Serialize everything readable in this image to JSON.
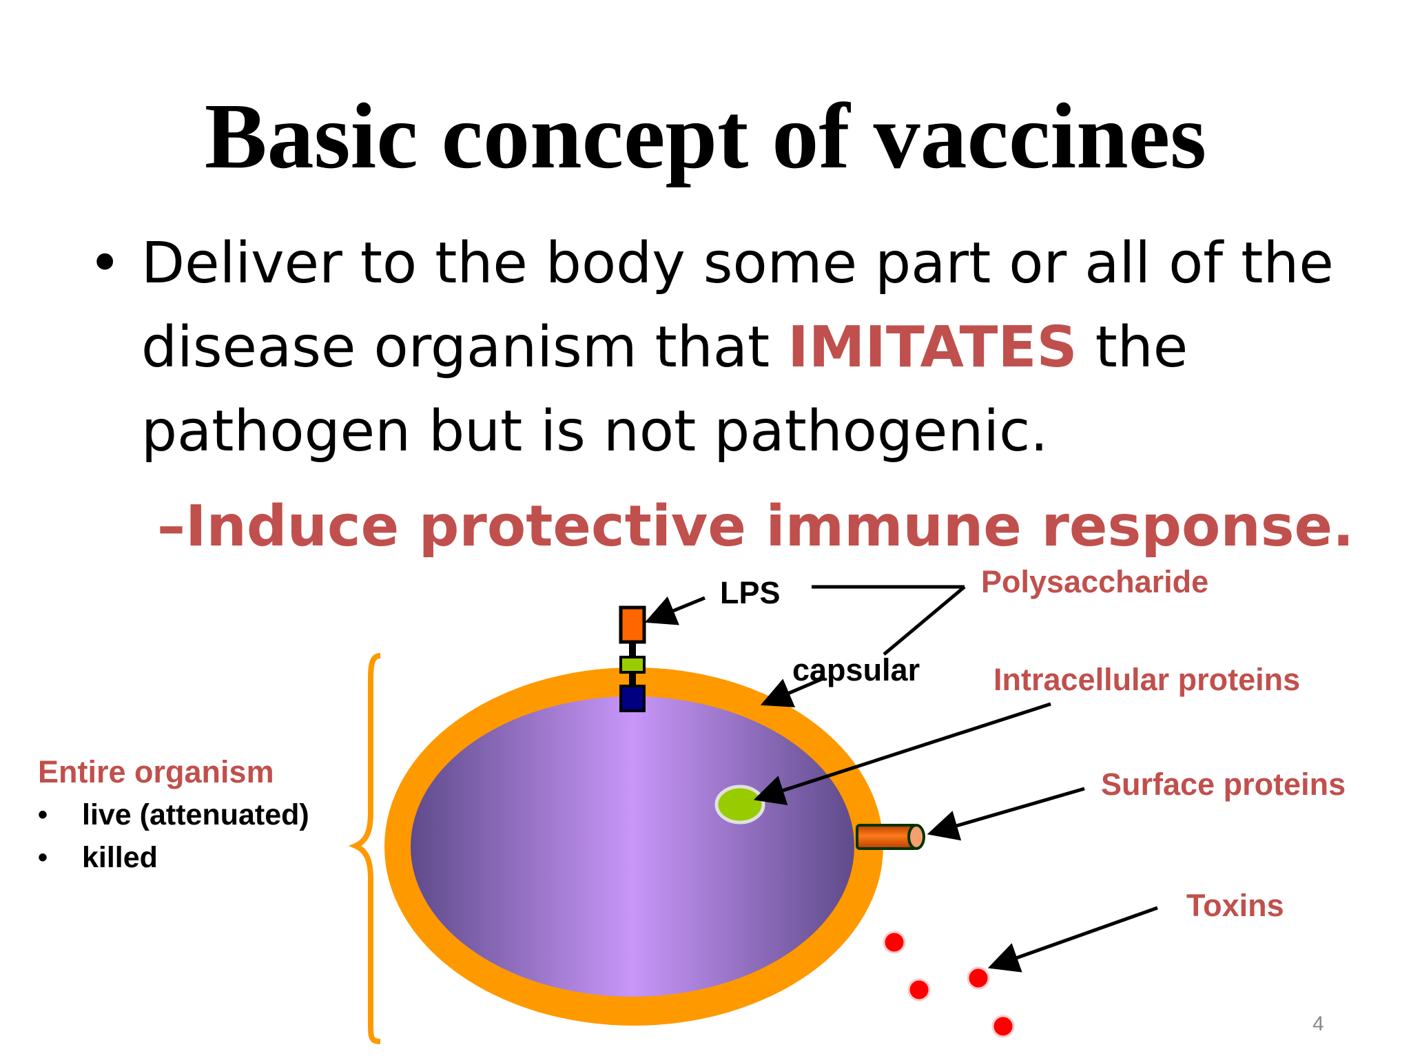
{
  "slide": {
    "title": "Basic concept of vaccines",
    "bullet": {
      "text_before": "Deliver to the body some part or all of the disease organism that ",
      "highlight": "IMITATES",
      "text_after": " the pathogen but is not pathogenic."
    },
    "sub_bullet": "–Induce protective immune response.",
    "page_number": "4"
  },
  "diagram": {
    "labels": {
      "lps": "LPS",
      "polysaccharide": "Polysaccharide",
      "capsular": "capsular",
      "intracellular_proteins": "Intracellular proteins",
      "surface_proteins": "Surface proteins",
      "toxins": "Toxins"
    },
    "entire_organism": {
      "heading": "Entire organism",
      "items": [
        "live (attenuated)",
        "killed"
      ]
    },
    "colors": {
      "capsule": "#ff9900",
      "cell_center": "#c896f8",
      "cell_edge": "#5f4b8b",
      "toxin": "#ff0000",
      "highlight_text": "#c0504d"
    }
  }
}
